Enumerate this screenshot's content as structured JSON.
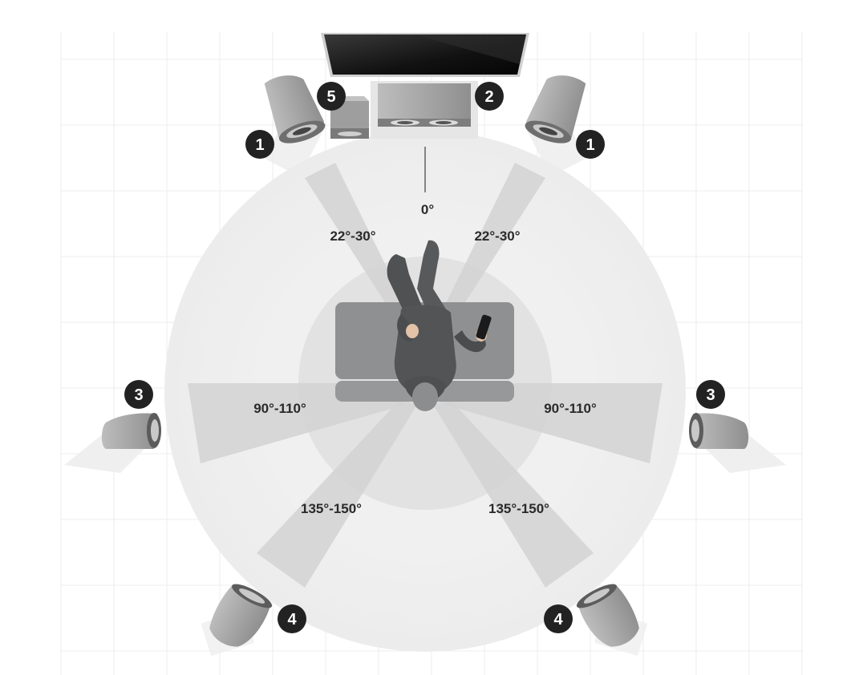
{
  "angle_labels": {
    "front": "0°",
    "front_left": "22°-30°",
    "front_right": "22°-30°",
    "side_left": "90°-110°",
    "side_right": "90°-110°",
    "rear_left": "135°-150°",
    "rear_right": "135°-150°"
  },
  "speaker_badges": {
    "front_left": "1",
    "front_right": "1",
    "center": "2",
    "surround_left": "3",
    "surround_right": "3",
    "rear_left": "4",
    "rear_right": "4",
    "subwoofer": "5"
  },
  "colors": {
    "grid_line": "#e9e9e9",
    "outer_circle": "#f1f1f1",
    "inner_circle": "#e3e3e3",
    "wedge": "#d4d4d4",
    "speaker_body": "#a8a8a8",
    "badge": "#222222",
    "sofa": "#8e8f91",
    "person": "#505254",
    "tv_screen": "#1a1a1a"
  }
}
